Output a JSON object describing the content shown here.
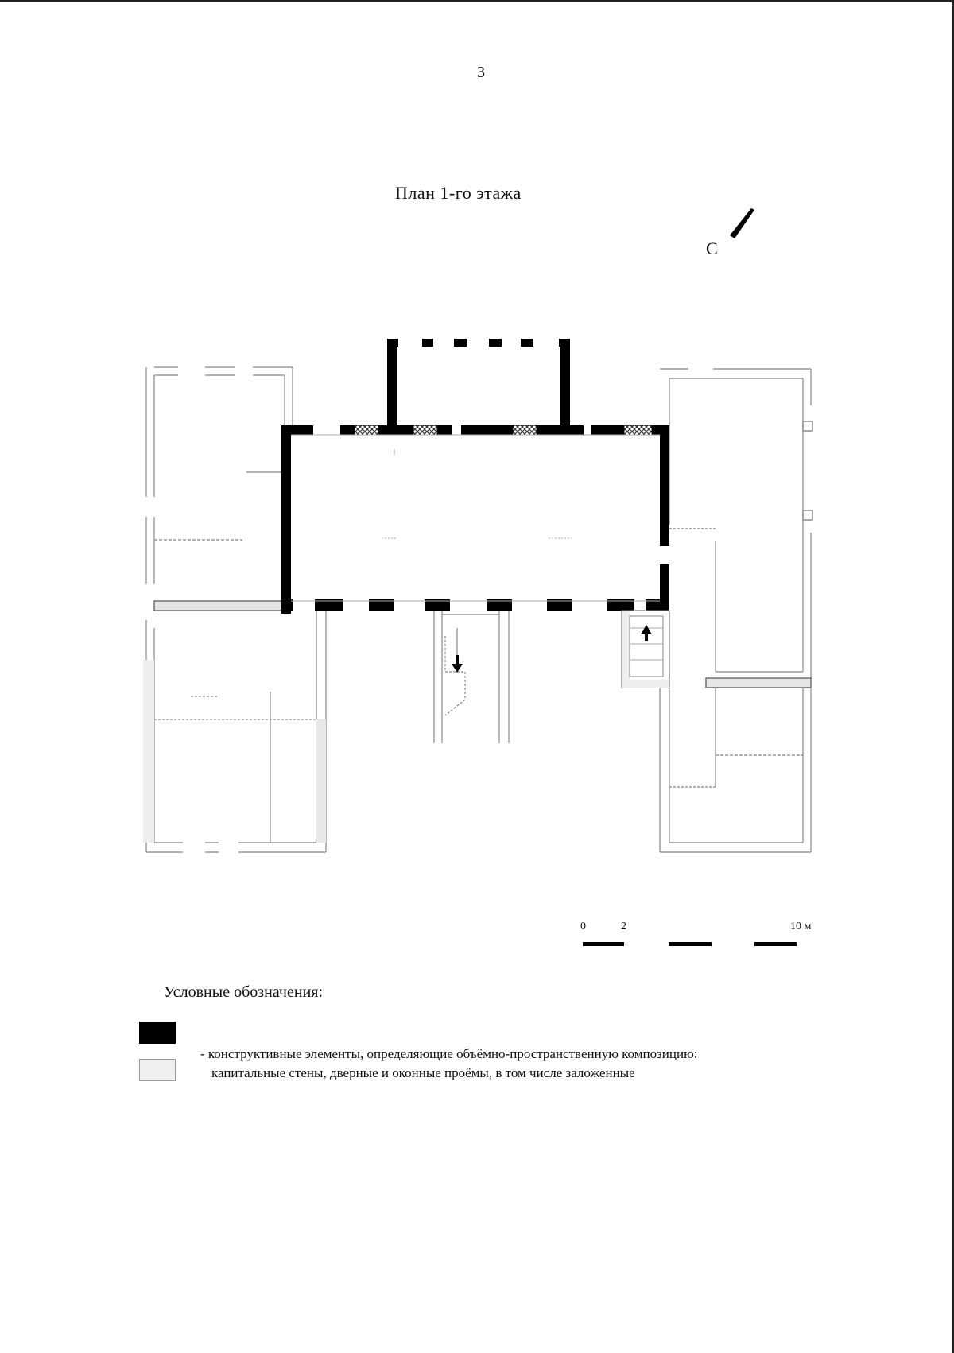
{
  "page_number": "3",
  "plan_title": "План 1-го этажа",
  "north_label": "С",
  "scale": {
    "label_start": "0",
    "label_mid": "2",
    "label_end": "10 м"
  },
  "legend": {
    "title": "Условные обозначения:",
    "line1": "- конструктивные элементы, определяющие объёмно-пространственную композицию:",
    "line2": "капитальные стены, дверные и оконные проёмы, в том числе заложенные"
  }
}
